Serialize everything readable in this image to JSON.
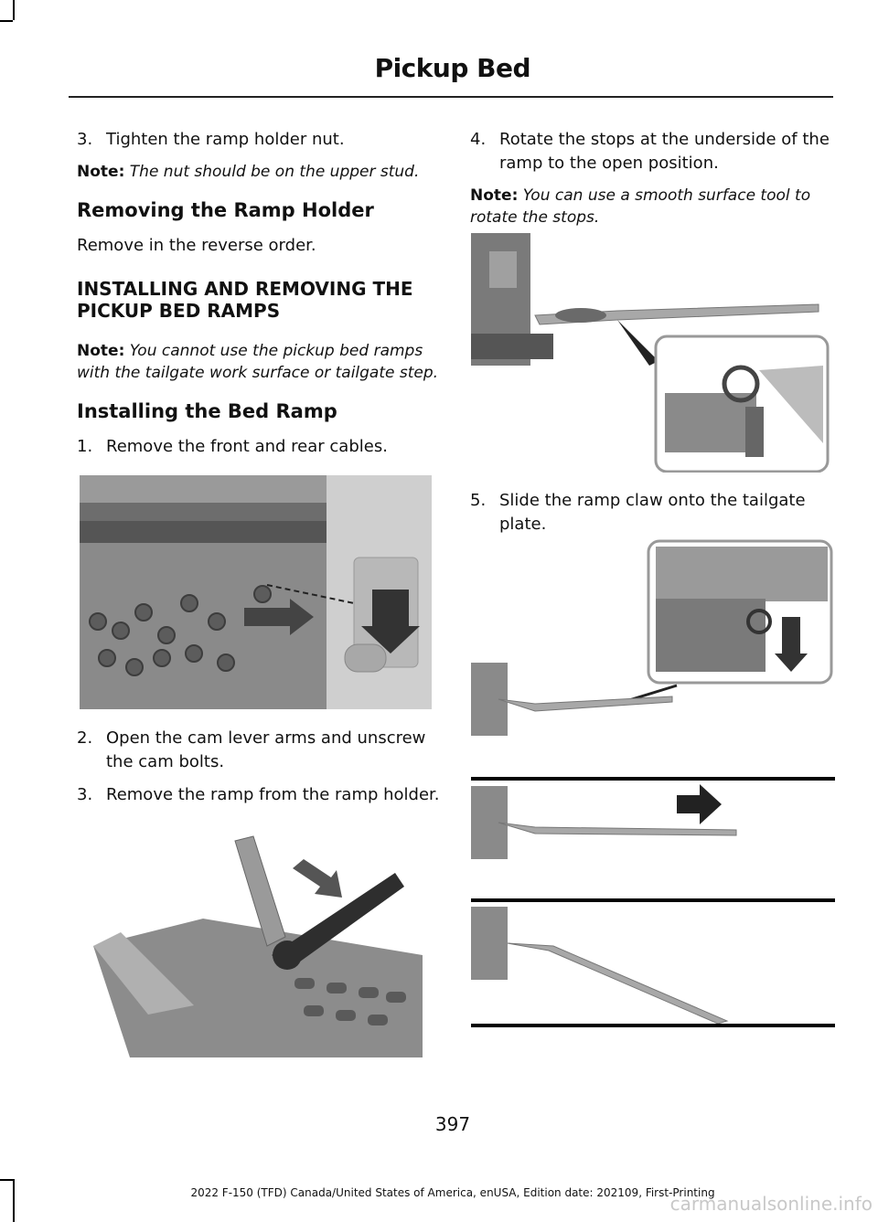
{
  "header": {
    "title": "Pickup Bed"
  },
  "left": {
    "step3_num": "3.",
    "step3_text": "Tighten the ramp holder nut.",
    "note1_label": "Note:",
    "note1_text": "The nut should be on the upper stud.",
    "removing_heading": "Removing the Ramp Holder",
    "removing_text": "Remove in the reverse order.",
    "section_heading": "INSTALLING AND REMOVING THE PICKUP BED RAMPS",
    "note2_label": "Note:",
    "note2_text": "You cannot use the pickup bed ramps with the tailgate work surface or tailgate step.",
    "installing_heading": "Installing the Bed Ramp",
    "step1_num": "1.",
    "step1_text": "Remove the front and rear cables.",
    "step2_num": "2.",
    "step2_text": "Open the cam lever arms and unscrew the cam bolts.",
    "step3b_num": "3.",
    "step3b_text": "Remove the ramp from the ramp holder."
  },
  "right": {
    "step4_num": "4.",
    "step4_text": "Rotate the stops at the underside of the ramp to the open position.",
    "note3_label": "Note:",
    "note3_text": "You can use a smooth surface tool to rotate the stops.",
    "step5_num": "5.",
    "step5_text": "Slide the ramp claw onto the tailgate plate."
  },
  "footer": {
    "page_number": "397",
    "edition": "2022 F-150 (TFD) Canada/United States of America, enUSA, Edition date: 202109, First-Printing"
  },
  "watermark": "carmanualsonline.info"
}
